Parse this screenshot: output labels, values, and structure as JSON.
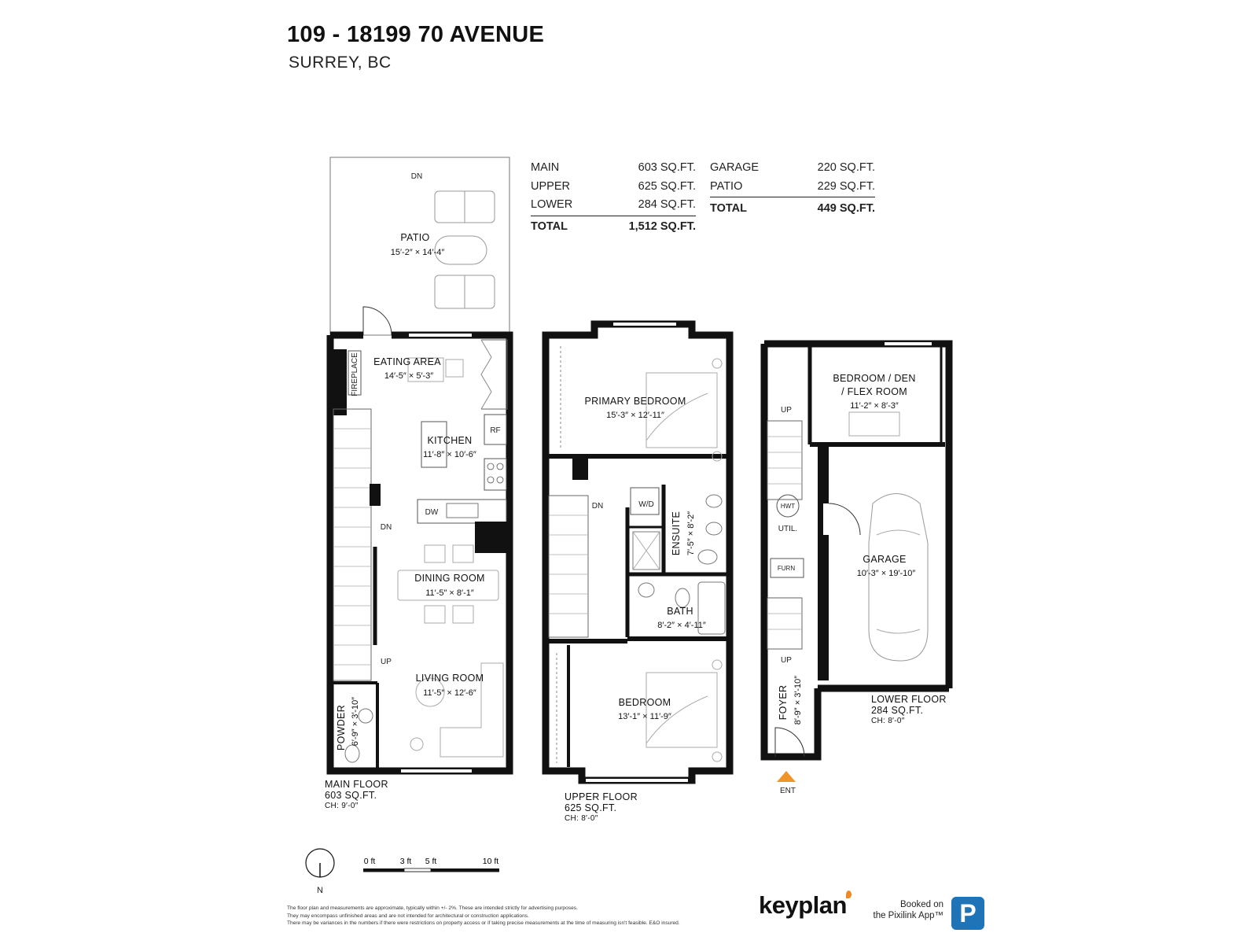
{
  "header": {
    "title": "109 - 18199 70 AVENUE",
    "subtitle": "SURREY, BC"
  },
  "areas_left": [
    {
      "label": "MAIN",
      "value": "603 SQ.FT."
    },
    {
      "label": "UPPER",
      "value": "625 SQ.FT."
    },
    {
      "label": "LOWER",
      "value": "284 SQ.FT."
    }
  ],
  "areas_left_total": {
    "label": "TOTAL",
    "value": "1,512 SQ.FT."
  },
  "areas_right": [
    {
      "label": "GARAGE",
      "value": "220 SQ.FT."
    },
    {
      "label": "PATIO",
      "value": "229 SQ.FT."
    }
  ],
  "areas_right_total": {
    "label": "TOTAL",
    "value": "449 SQ.FT."
  },
  "rooms": {
    "patio": {
      "name": "PATIO",
      "dim": "15′-2″  ×  14′-4″"
    },
    "eating": {
      "name": "EATING AREA",
      "dim": "14′-5″  ×  5′-3″"
    },
    "kitchen": {
      "name": "KITCHEN",
      "dim": "11′-8″  ×  10′-6″"
    },
    "dining": {
      "name": "DINING ROOM",
      "dim": "11′-5″  ×  8′-1″"
    },
    "living": {
      "name": "LIVING ROOM",
      "dim": "11′-5″  ×  12′-6″"
    },
    "powder": {
      "name": "POWDER",
      "dim": "6′-9″ × 3′-10″"
    },
    "primary": {
      "name": "PRIMARY BEDROOM",
      "dim": "15′-3″  ×  12′-11″"
    },
    "ensuite": {
      "name": "ENSUITE",
      "dim": "7′-5″ × 8′-2″"
    },
    "bath": {
      "name": "BATH",
      "dim": "8′-2″  ×  4′-11″"
    },
    "bedroom": {
      "name": "BEDROOM",
      "dim": "13′-1″  ×  11′-9″"
    },
    "flex": {
      "name": "BEDROOM / DEN",
      "name2": "/ FLEX ROOM",
      "dim": "11′-2″  ×  8′-3″"
    },
    "garage": {
      "name": "GARAGE",
      "dim": "10′-3″  ×  19′-10″"
    },
    "foyer": {
      "name": "FOYER",
      "dim": "8′-9″ × 3′-10″"
    },
    "util": {
      "name": "UTIL."
    }
  },
  "fixtures": {
    "fireplace": "FIREPLACE",
    "rf": "RF",
    "dw": "DW",
    "wd": "W/D",
    "hwt": "HWT",
    "furn": "FURN",
    "dn": "DN",
    "up": "UP",
    "ent": "ENT",
    "north": "N"
  },
  "floors": {
    "main": {
      "name": "MAIN FLOOR",
      "area": "603 SQ.FT.",
      "ch": "CH: 9′-0″"
    },
    "upper": {
      "name": "UPPER FLOOR",
      "area": "625 SQ.FT.",
      "ch": "CH: 8′-0″"
    },
    "lower": {
      "name": "LOWER FLOOR",
      "area": "284 SQ.FT.",
      "ch": "CH: 8′-0″"
    }
  },
  "scale": {
    "t0": "0 ft",
    "t3": "3 ft",
    "t5": "5 ft",
    "t10": "10 ft"
  },
  "footer": {
    "disclaimer1": "The floor plan and measurements are approximate, typically within +/- 2%. These are intended strictly for advertising purposes.",
    "disclaimer2": "They may encompass unfinished areas and are not intended for architectural or construction applications.",
    "disclaimer3": "There may be variances in the numbers if there were restrictions on property access or if taking precise measurements at the time of measuring isn't feasible. E&O insured.",
    "brand": "keyplan",
    "booked1": "Booked on",
    "booked2": "the Pixilink App™",
    "logo_letter": "P"
  },
  "colors": {
    "wall": "#111111",
    "entry_marker": "#f0952a",
    "logo_blue": "#1f73b7"
  }
}
